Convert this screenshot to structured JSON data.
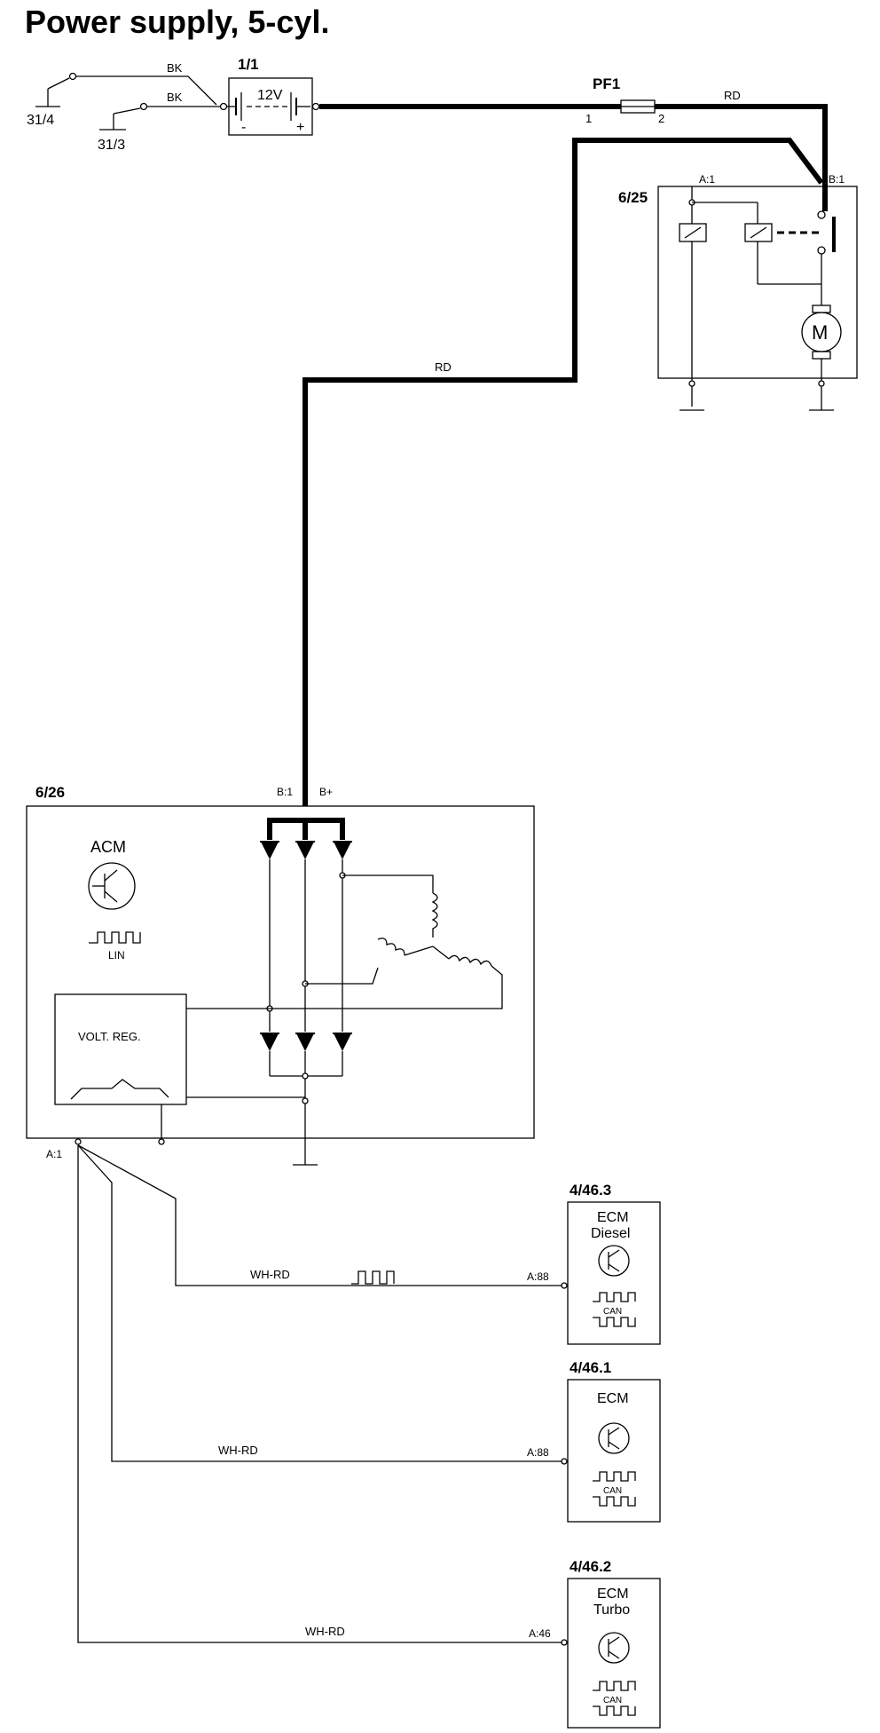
{
  "title": "Power supply, 5-cyl.",
  "grounds": {
    "g1": "31/4",
    "g2": "31/3"
  },
  "battery": {
    "ref": "1/1",
    "voltage": "12V",
    "minus": "-",
    "plus": "+"
  },
  "fuse": {
    "ref": "PF1",
    "pin1": "1",
    "pin2": "2"
  },
  "wires": {
    "bk1": "BK",
    "bk2": "BK",
    "rd1": "RD",
    "rd2": "RD",
    "wh_rd_1": "WH-RD",
    "wh_rd_2": "WH-RD",
    "wh_rd_3": "WH-RD"
  },
  "starter": {
    "ref": "6/25",
    "pin_a": "A:1",
    "pin_b": "B:1",
    "motor": "M"
  },
  "alternator": {
    "ref": "6/26",
    "pin_b1": "B:1",
    "pin_bplus": "B+",
    "acm": "ACM",
    "lin": "LIN",
    "regulator": "VOLT. REG.",
    "pin_a1": "A:1"
  },
  "ecm_diesel": {
    "ref": "4/46.3",
    "name": "ECM",
    "variant": "Diesel",
    "pin": "A:88",
    "can": "CAN"
  },
  "ecm": {
    "ref": "4/46.1",
    "name": "ECM",
    "pin": "A:88",
    "can": "CAN"
  },
  "ecm_turbo": {
    "ref": "4/46.2",
    "name": "ECM",
    "variant": "Turbo",
    "pin": "A:46",
    "can": "CAN"
  }
}
